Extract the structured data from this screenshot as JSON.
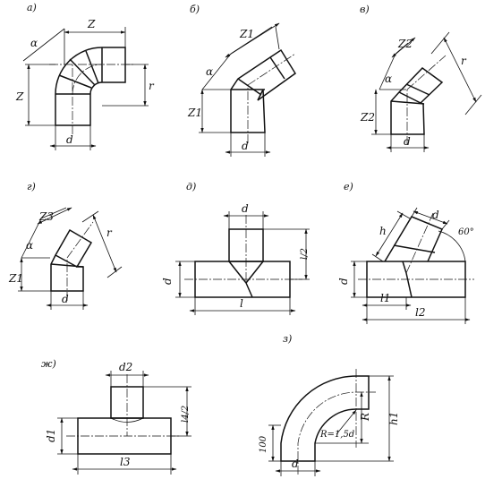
{
  "figures": [
    {
      "caption": "а)",
      "labels": {
        "top_dim": "Z",
        "left_dim": "Z",
        "radius": "r",
        "diameter": "d",
        "angle": "α"
      }
    },
    {
      "caption": "б)",
      "labels": {
        "top_dim": "Z1",
        "left_dim": "Z1",
        "angle": "α",
        "diameter": "d"
      }
    },
    {
      "caption": "в)",
      "labels": {
        "top_dim": "Z2",
        "left_dim": "Z2",
        "radius": "r",
        "diameter": "d",
        "angle": "α"
      }
    },
    {
      "caption": "г)",
      "labels": {
        "top_dim": "Z3",
        "left_dim": "Z1",
        "radius": "r",
        "diameter": "d",
        "angle": "α"
      }
    },
    {
      "caption": "д)",
      "labels": {
        "branch_diameter": "d",
        "main_diameter": "d",
        "half_length": "l/2",
        "length": "l"
      }
    },
    {
      "caption": "е)",
      "labels": {
        "branch_diameter": "d",
        "branch_height": "h",
        "angle": "60°",
        "main_diameter": "d",
        "offset": "l1",
        "length": "l2"
      }
    },
    {
      "caption": "ж)",
      "labels": {
        "branch_diameter": "d2",
        "main_diameter": "d1",
        "half_length": "l4/2",
        "length": "l3"
      }
    },
    {
      "caption": "з)",
      "labels": {
        "straight": "100",
        "radius": "R",
        "bend_radius": "R=1,5d",
        "height": "h1",
        "diameter": "d"
      }
    }
  ]
}
